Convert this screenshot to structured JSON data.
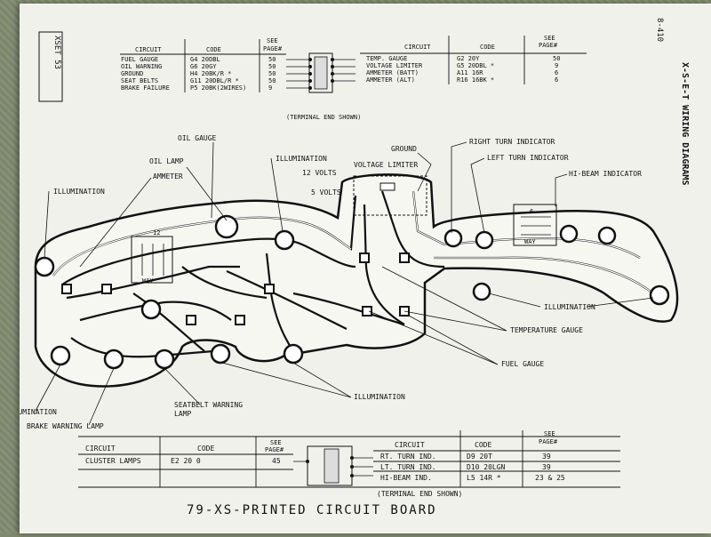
{
  "page": {
    "tab_label": "XSET 53",
    "page_number": "8-410",
    "side_title": "X-S-E-T WIRING DIAGRAMS",
    "footer_title": "79-XS-PRINTED CIRCUIT BOARD"
  },
  "top_table": {
    "headers": {
      "circuit": "CIRCUIT",
      "code": "CODE",
      "see_page": "SEE PAGE#"
    },
    "left_rows": [
      {
        "circuit": "FUEL GAUGE",
        "code": "G4 20DBL",
        "page": "50"
      },
      {
        "circuit": "OIL WARNING",
        "code": "G6 20GY",
        "page": "50"
      },
      {
        "circuit": "GROUND",
        "code": "H4 20BK/R *",
        "page": "50"
      },
      {
        "circuit": "SEAT BELTS",
        "code": "G11 20DBL/R *",
        "page": "50"
      },
      {
        "circuit": "BRAKE FAILURE",
        "code": "P5 20BK(2WIRES)",
        "page": "9"
      }
    ],
    "right_rows": [
      {
        "circuit": "TEMP. GAUGE",
        "code": "G2 20Y",
        "page": "50"
      },
      {
        "circuit": "VOLTAGE LIMITER",
        "code": "G5 20DBL *",
        "page": "9"
      },
      {
        "circuit": "AMMETER (BATT)",
        "code": "A11 16R",
        "page": "6"
      },
      {
        "circuit": "AMMETER (ALT)",
        "code": "R16 16BK *",
        "page": "6"
      }
    ],
    "terminal_note": "(TERMINAL END SHOWN)"
  },
  "labels": {
    "oil_gauge": "OIL GAUGE",
    "oil_lamp": "OIL LAMP",
    "ammeter": "AMMETER",
    "illumination": "ILLUMINATION",
    "twelve_volts": "12 VOLTS",
    "five_volts": "5 VOLTS",
    "voltage_limiter": "VOLTAGE LIMITER",
    "ground": "GROUND",
    "right_turn": "RIGHT TURN INDICATOR",
    "left_turn": "LEFT TURN INDICATOR",
    "hi_beam": "HI-BEAM INDICATOR",
    "temperature_gauge": "TEMPERATURE GAUGE",
    "fuel_gauge": "FUEL GAUGE",
    "seatbelt_lamp_1": "SEATBELT WARNING",
    "seatbelt_lamp_2": "LAMP",
    "brake_lamp": "BRAKE WARNING LAMP",
    "way": "WAY",
    "twelve": "12",
    "six": "6"
  },
  "bottom_table": {
    "headers": {
      "circuit": "CIRCUIT",
      "code": "CODE",
      "see_page": "SEE PAGE#"
    },
    "left_rows": [
      {
        "circuit": "CLUSTER LAMPS",
        "code": "E2 20 0",
        "page": "45"
      }
    ],
    "right_rows": [
      {
        "circuit": "RT. TURN IND.",
        "code": "D9 20T",
        "page": "39"
      },
      {
        "circuit": "LT. TURN IND.",
        "code": "D10 20LGN",
        "page": "39"
      },
      {
        "circuit": "HI-BEAM IND.",
        "code": "L5 14R *",
        "page": "23 & 25"
      }
    ],
    "terminal_note": "(TERMINAL END SHOWN)"
  }
}
